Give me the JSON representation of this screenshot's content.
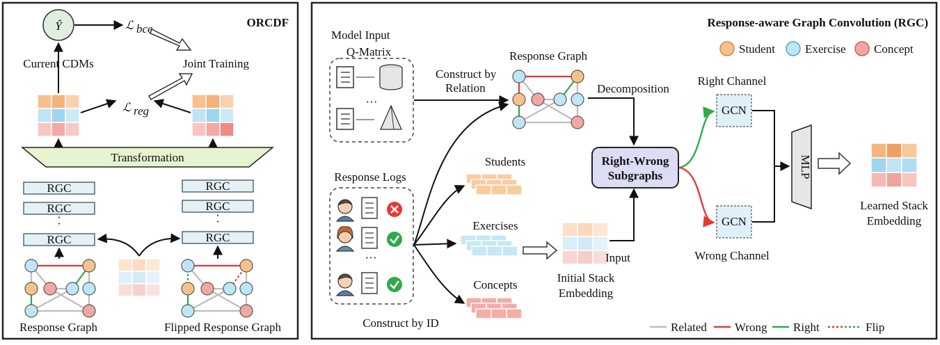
{
  "left_panel": {
    "title": "ORCDF",
    "y_hat": "Ŷ",
    "loss_bce": "ℒ",
    "loss_bce_sub": "bce",
    "loss_reg": "ℒ",
    "loss_reg_sub": "reg",
    "joint_training": "Joint Training",
    "current_cdms": "Current CDMs",
    "transformation": "Transformation",
    "rgc_block": "RGC",
    "ellipsis": "·",
    "response_graph": "Response Graph",
    "flipped_response_graph": "Flipped Response Graph"
  },
  "right_panel": {
    "title": "Response-aware Graph Convolution (RGC)",
    "model_input": "Model Input",
    "q_matrix": "Q-Matrix",
    "dots": "···",
    "construct_by_relation_1": "Construct by",
    "construct_by_relation_2": "Relation",
    "response_graph": "Response Graph",
    "decomposition": "Decomposition",
    "response_logs": "Response Logs",
    "students": "Students",
    "exercises": "Exercises",
    "concepts": "Concepts",
    "construct_by_id": "Construct by ID",
    "input": "Input",
    "initial_stack_1": "Initial Stack",
    "initial_stack_2": "Embedding",
    "subgraphs_1": "Right-Wrong",
    "subgraphs_2": "Subgraphs",
    "right_channel": "Right Channel",
    "wrong_channel": "Wrong Channel",
    "gcn": "GCN",
    "mlp": "MLP",
    "learned_1": "Learned Stack",
    "learned_2": "Embedding",
    "legend_nodes": [
      {
        "label": "Student",
        "color": "#f6c28b"
      },
      {
        "label": "Exercise",
        "color": "#bfe6f5"
      },
      {
        "label": "Concept",
        "color": "#f2a7a3"
      }
    ],
    "legend_edges": [
      {
        "label": "Related",
        "color": "#bdbdbd"
      },
      {
        "label": "Wrong",
        "color": "#e53935"
      },
      {
        "label": "Right",
        "color": "#2eaa4a"
      },
      {
        "label": "Flip",
        "color": "#e53935"
      }
    ]
  },
  "colors": {
    "student": "#f6c28b",
    "exercise": "#bfe6f5",
    "concept": "#f2a7a3",
    "wrong": "#e53935",
    "right": "#2eaa4a",
    "related": "#bdbdbd"
  }
}
